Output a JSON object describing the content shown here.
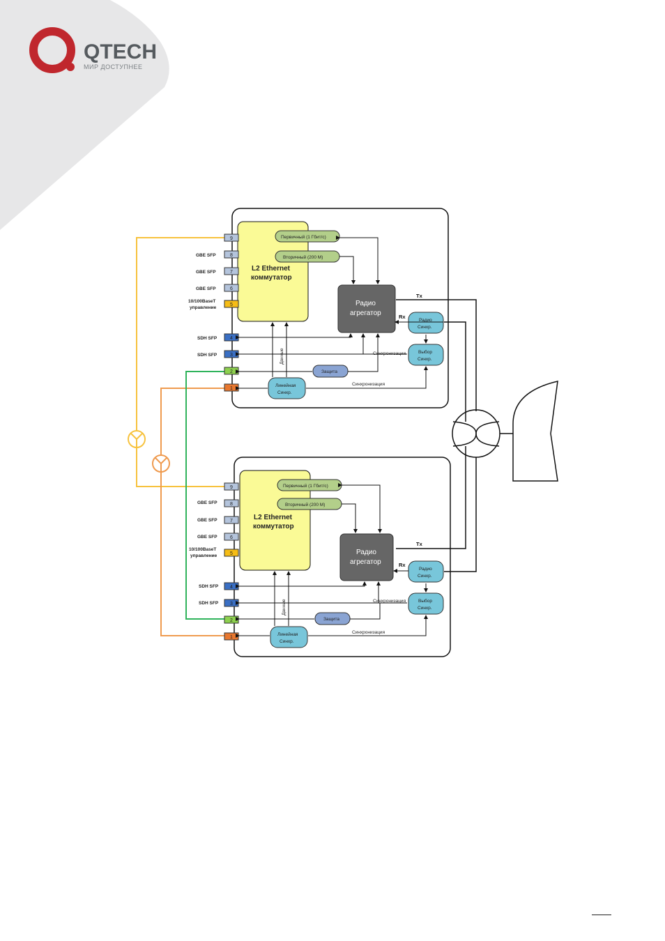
{
  "logo": {
    "brand": "QTECH",
    "tagline": "МИР ДОСТУПНЕЕ",
    "accent": "#c0272d",
    "corner": "#e7e7e8"
  },
  "diagram": {
    "switch_label_line1": "L2 Ethernet",
    "switch_label_line2": "коммутатор",
    "aggregator_line1": "Радио",
    "aggregator_line2": "агрегатор",
    "primary": "Первичный (1 Гбит/с)",
    "secondary": "Вторичный (200 М)",
    "tx": "Tx",
    "rx": "Rx",
    "radio_sync_line1": "Радио",
    "radio_sync_line2": "Синхр.",
    "select_sync_line1": "Выбор",
    "select_sync_line2": "Синхр.",
    "protection": "Защита",
    "line_sync_line1": "Линейная",
    "line_sync_line2": "Синхр.",
    "sync_label": "Синхронизация",
    "data_label": "Данные",
    "gbe_sfp": "GBE SFP",
    "mgmt_line1": "10/100BaseT",
    "mgmt_line2": "управление",
    "sdh_sfp": "SDH SFP",
    "ports": [
      "9",
      "8",
      "7",
      "6",
      "5",
      "4",
      "3",
      "2",
      "1"
    ]
  },
  "colors": {
    "yellow_line": "#f7c23d",
    "orange_line": "#ef9a4e",
    "green_line": "#2fb35b",
    "switch_fill": "#fafa96",
    "aggregator_fill": "#666666",
    "pill_green": "#b3cf8a",
    "pill_blue": "#8aa4d3",
    "sync_fill": "#78c6da",
    "port_gbe": "#b4c4dc",
    "port_mgmt": "#f6bd16",
    "port_sdh": "#3a6fc4",
    "port_2": "#8ed14f",
    "port_1": "#e8772e"
  }
}
